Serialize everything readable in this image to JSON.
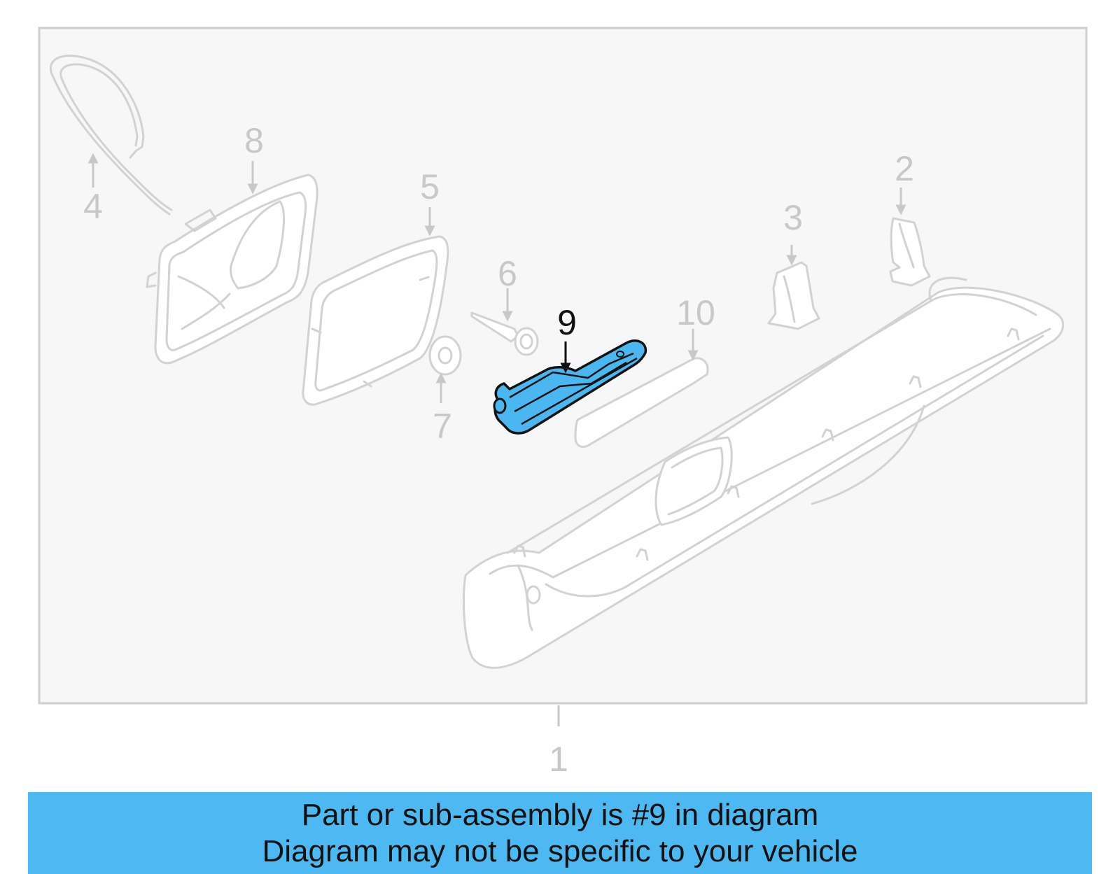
{
  "callouts": {
    "n1": "1",
    "n2": "2",
    "n3": "3",
    "n4": "4",
    "n5": "5",
    "n6": "6",
    "n7": "7",
    "n8": "8",
    "n9": "9",
    "n10": "10"
  },
  "highlighted_part": "9",
  "banner": {
    "line1": "Part or sub-assembly is #9 in diagram",
    "line2": "Diagram may not be specific to your vehicle"
  },
  "colors": {
    "highlight": "#4ab7f0",
    "banner": "#4cb9f2",
    "frame_background": "#f7f7f7",
    "ghost_part": "#d2d2d2"
  }
}
